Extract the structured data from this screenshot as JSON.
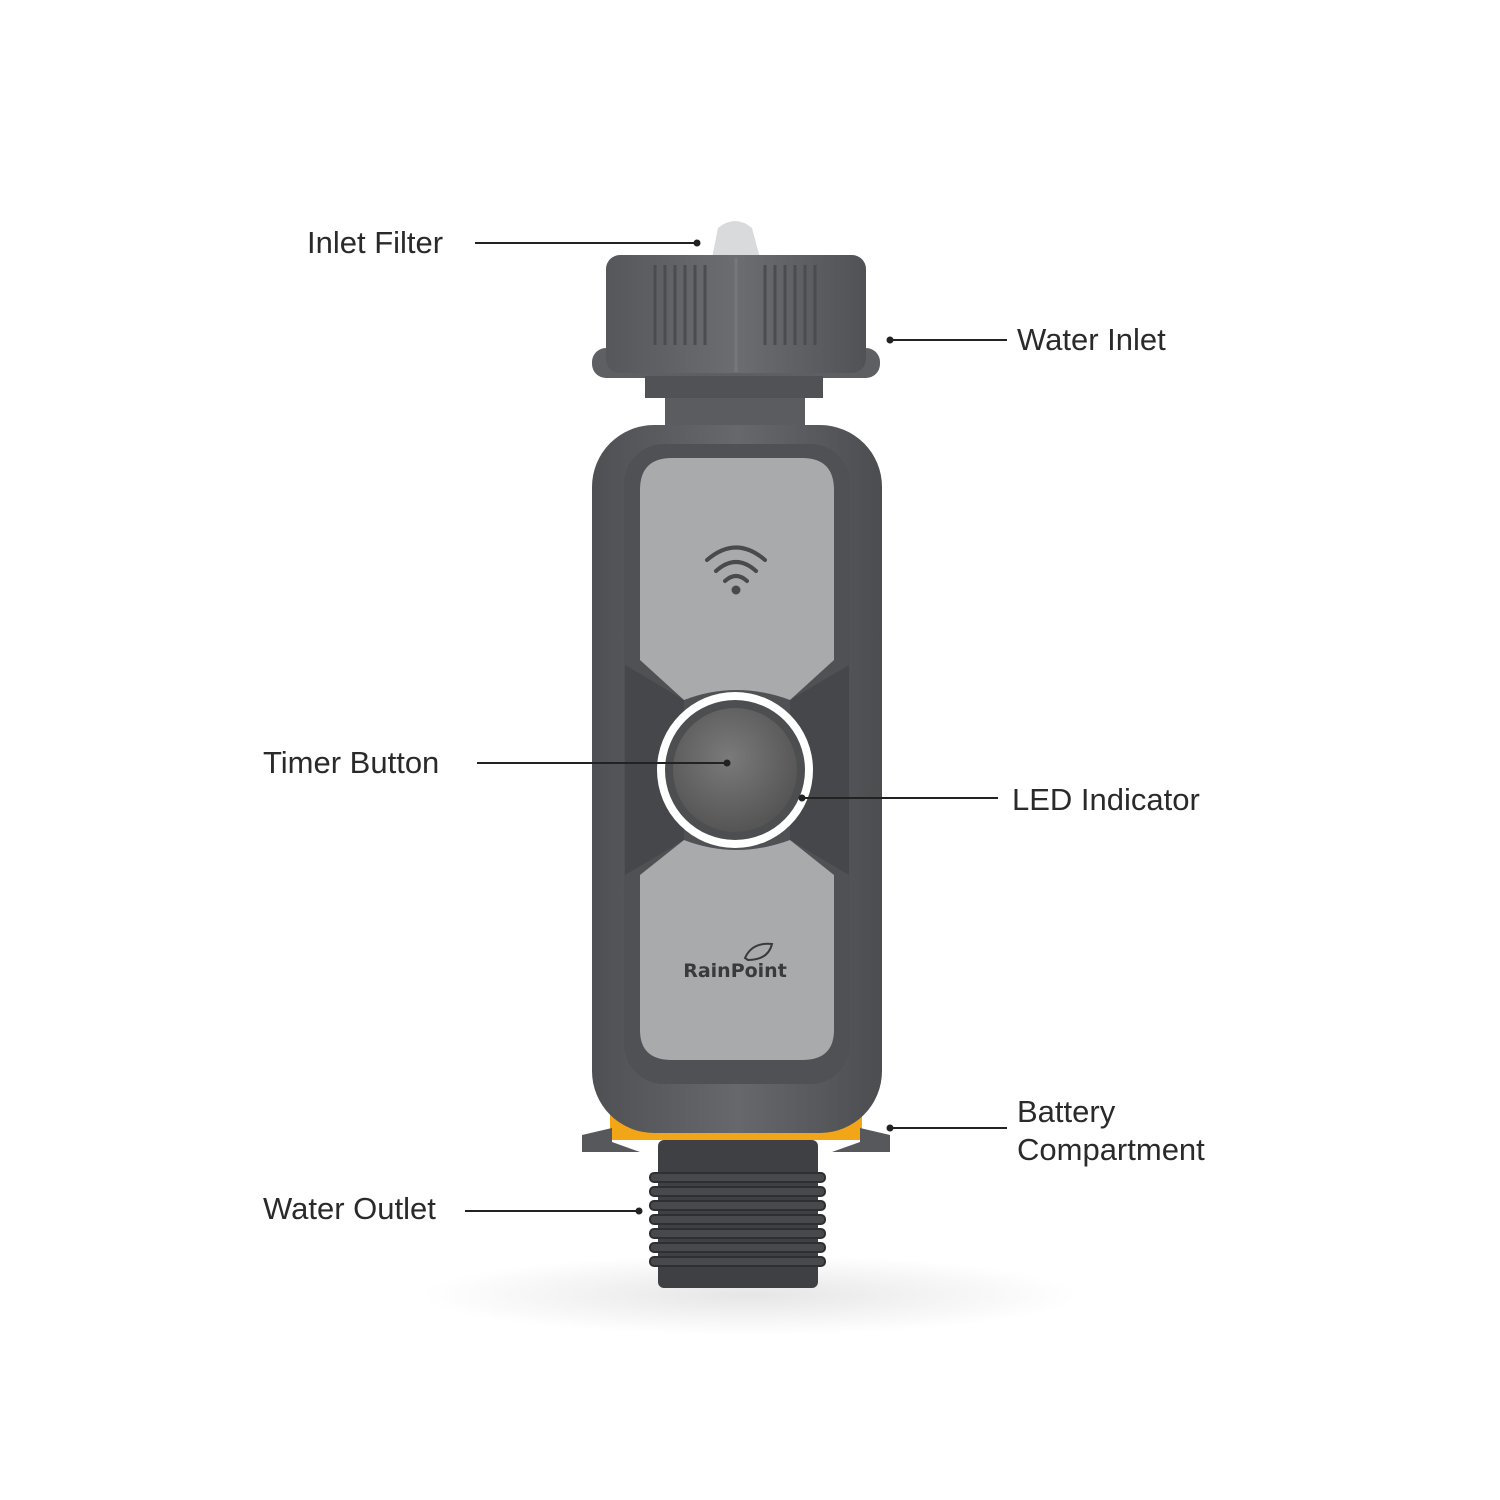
{
  "product": {
    "brand": "RainPoint"
  },
  "callouts": {
    "inlet_filter": "Inlet Filter",
    "water_inlet": "Water Inlet",
    "timer_button": "Timer Button",
    "led_indicator": "LED Indicator",
    "battery_line1": "Battery",
    "battery_line2": "Compartment",
    "water_outlet": "Water Outlet"
  },
  "colors": {
    "body": "#5e6063",
    "face": "#a9aaab",
    "accent": "#f2a516",
    "ring": "#ffffff"
  }
}
